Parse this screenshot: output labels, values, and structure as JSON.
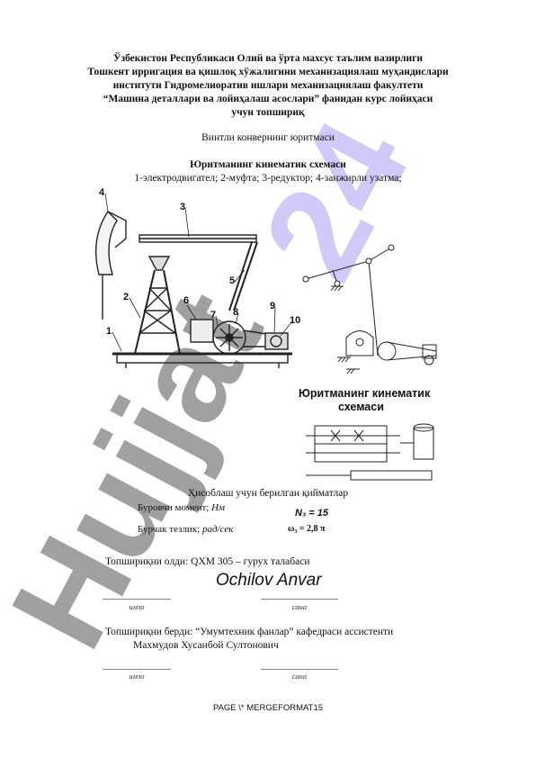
{
  "header": {
    "line1": "Ўзбекистон Республикаси Олий ва ўрта махсус таълим вазирлиги",
    "line2": "Тошкент ирригация ва қишлоқ хўжалигини механизациялаш муҳандислари",
    "line3": "институти Гидромелиоратив ишлари механизациялаш факултети",
    "line4": "“Машина деталлари ва лойиҳалаш асослари” фанидан курс лойиҳаси",
    "line5": "учун топшириқ"
  },
  "subject": "Винтли конвернинг юритмаси",
  "scheme": {
    "title": "Юритманинг кинематик схемаси",
    "legend": "1-электродвигател; 2-муфта; 3-редуктор; 4-занжирли узатма;"
  },
  "figure": {
    "numbers": [
      "1",
      "2",
      "3",
      "4",
      "5",
      "6",
      "7",
      "8",
      "9",
      "10"
    ],
    "caption_line1": "Юритманинг   кинематик",
    "caption_line2": "схемаси"
  },
  "values": {
    "heading": "Ҳисоблаш учун берилган қийматлар",
    "torque_label": "Буровчи момент; ",
    "torque_unit": "Нм",
    "torque_value": "N₃ = 15",
    "speed_label": "Бурчак тезлик; ",
    "speed_unit": "рад/сек",
    "speed_value": "ω₃ = 2,8 π"
  },
  "received": {
    "label": "Топшириқни олди: QXM 305 – гурух талабаси",
    "student": "Ochilov Anvar",
    "sign_caption": "имзо",
    "date_caption": "сана"
  },
  "given": {
    "label": "Топшириқни берди: “Умумтехник фанлар” кафедраси ассистенти",
    "teacher": "Махмудов Хусанбой Султонович",
    "sign_caption": "имзо",
    "date_caption": "сана"
  },
  "footer": "PAGE   \\* MERGEFORMAT15",
  "watermark": {
    "text": "Hujjat 24",
    "colors": [
      "#8f8f8f",
      "#c9bff6"
    ]
  }
}
